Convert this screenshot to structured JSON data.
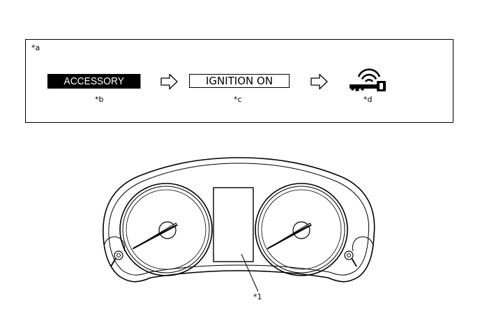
{
  "labels": {
    "a": "*a",
    "b": "*b",
    "c": "*c",
    "d": "*d",
    "callout_1": "*1"
  },
  "displays": {
    "accessory": "ACCESSORY",
    "ignition_on": "IGNITION ON"
  },
  "icons": {
    "arrow": "arrow-right-outline-icon",
    "key": "smart-key-wireless-icon"
  },
  "colors": {
    "line": "#000000",
    "background": "#ffffff"
  }
}
